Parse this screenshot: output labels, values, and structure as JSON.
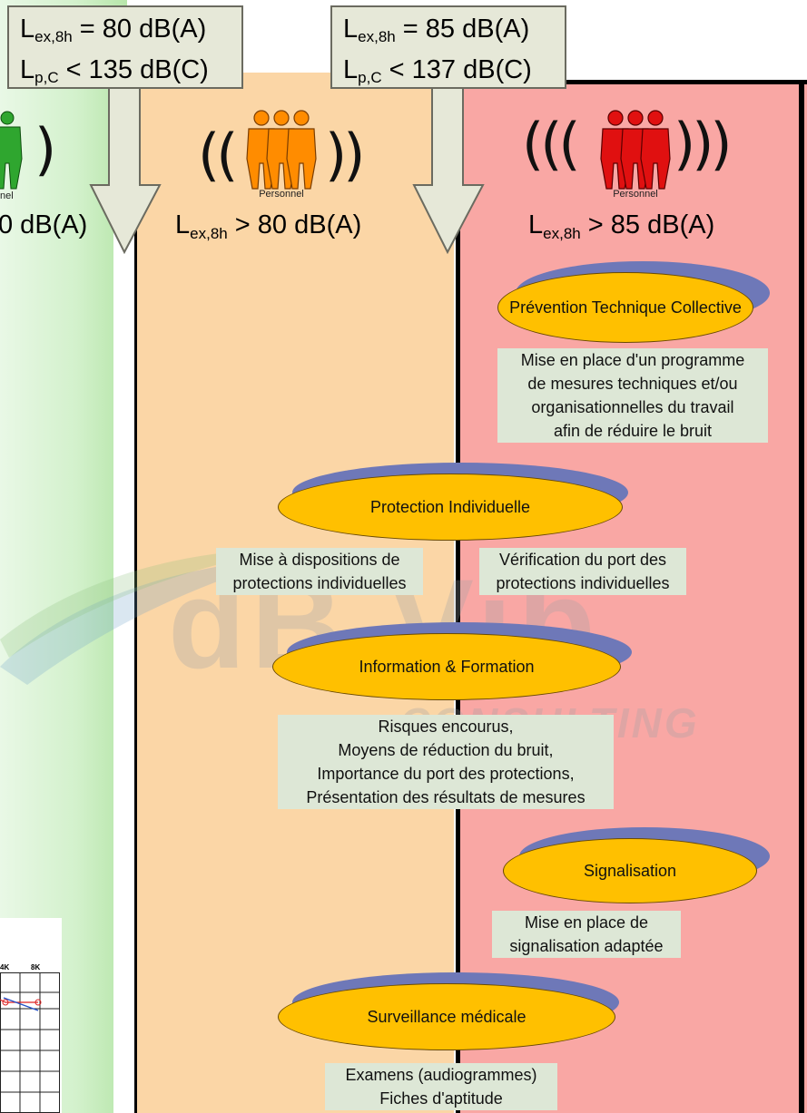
{
  "thresholds": {
    "lower": {
      "line1": {
        "sym": "L",
        "sub": "ex,8h",
        "rest": " = 80 dB(A)"
      },
      "line2": {
        "sym": "L",
        "sub": "p,C",
        "rest": " < 135 dB(C)"
      }
    },
    "upper": {
      "line1": {
        "sym": "L",
        "sub": "ex,8h",
        "rest": " = 85 dB(A)"
      },
      "line2": {
        "sym": "L",
        "sub": "p,C",
        "rest": " < 137 dB(C)"
      }
    }
  },
  "zones": {
    "green": {
      "level_text": "0 dB(A)",
      "personnel_label": "nel",
      "wave_right": ")",
      "color": "#d3f1cc",
      "icon_color": "#2fa62f"
    },
    "orange": {
      "level": {
        "sym": "L",
        "sub": "ex,8h",
        "rest": " > 80 dB(A)"
      },
      "personnel_label": "Personnel",
      "wave_left": "((",
      "wave_right": "))",
      "color": "#fbd6a6",
      "icon_color": "#ff8c00"
    },
    "red": {
      "level": {
        "sym": "L",
        "sub": "ex,8h",
        "rest": " > 85 dB(A)"
      },
      "personnel_label": "Personnel",
      "wave_left": "(((",
      "wave_right": ")))",
      "color": "#f9a7a4",
      "icon_color": "#e01010"
    }
  },
  "measures": [
    {
      "id": "prevention",
      "label": "Prévention Technique Collective"
    },
    {
      "id": "protection",
      "label": "Protection Individuelle"
    },
    {
      "id": "information",
      "label": "Information & Formation"
    },
    {
      "id": "signalisation",
      "label": "Signalisation"
    },
    {
      "id": "surveillance",
      "label": "Surveillance médicale"
    }
  ],
  "notes": {
    "prevention": [
      "Mise en place d'un programme",
      "de mesures techniques et/ou",
      "organisationnelles du travail",
      "afin de réduire le bruit"
    ],
    "protection_left": [
      "Mise à dispositions de",
      "protections individuelles"
    ],
    "protection_right": [
      "Vérification du port des",
      "protections individuelles"
    ],
    "information": [
      "Risques encourus,",
      "Moyens de réduction du bruit,",
      "Importance du port des protections,",
      "Présentation des résultats de mesures"
    ],
    "signalisation": [
      "Mise en place de",
      "signalisation adaptée"
    ],
    "surveillance": [
      "Examens (audiogrammes)",
      "Fiches d'aptitude"
    ]
  },
  "watermark": {
    "line1": "dB Vib",
    "line2": "CONSULTING"
  },
  "audiogram": {
    "labels": [
      "4K",
      "8K"
    ]
  },
  "colors": {
    "ellipse": "#ffc000",
    "ellipse_shadow": "#6e78b8",
    "note_bg": "#dde7d6",
    "callout_bg": "#e6e8d8"
  }
}
